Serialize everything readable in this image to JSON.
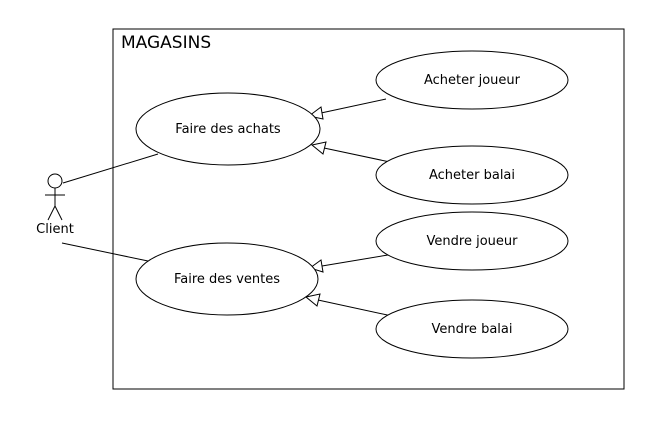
{
  "system": {
    "title": "MAGASINS"
  },
  "actor": {
    "name": "Client"
  },
  "use_cases": {
    "achats": "Faire des achats",
    "ventes": "Faire des ventes",
    "acheter_joueur": "Acheter joueur",
    "acheter_balai": "Acheter balai",
    "vendre_joueur": "Vendre joueur",
    "vendre_balai": "Vendre balai"
  },
  "relations": [
    {
      "type": "association",
      "from": "Client",
      "to": "Faire des achats"
    },
    {
      "type": "association",
      "from": "Client",
      "to": "Faire des ventes"
    },
    {
      "type": "generalization",
      "from": "Acheter joueur",
      "to": "Faire des achats"
    },
    {
      "type": "generalization",
      "from": "Acheter balai",
      "to": "Faire des achats"
    },
    {
      "type": "generalization",
      "from": "Vendre joueur",
      "to": "Faire des ventes"
    },
    {
      "type": "generalization",
      "from": "Vendre balai",
      "to": "Faire des ventes"
    }
  ]
}
